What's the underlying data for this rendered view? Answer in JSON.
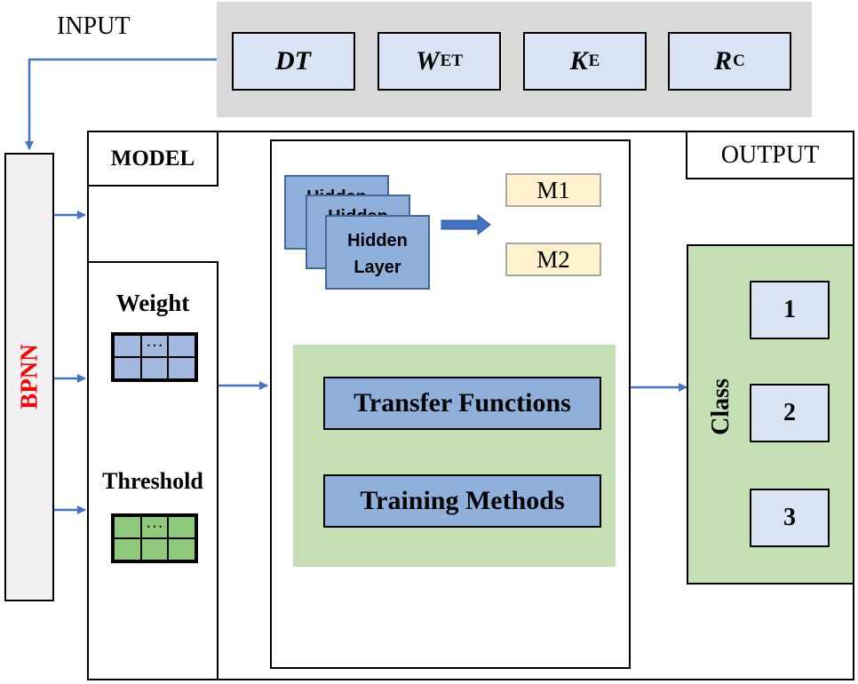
{
  "input": {
    "label": "INPUT",
    "params": [
      {
        "main": "DT",
        "sub": ""
      },
      {
        "main": "W",
        "sub": "ET"
      },
      {
        "main": "K",
        "sub": "E"
      },
      {
        "main": "R",
        "sub": "C"
      }
    ]
  },
  "bpnn": {
    "label": "BPNN",
    "color": "#ff0000"
  },
  "model": {
    "label": "MODEL",
    "weight_label": "Weight",
    "threshold_label": "Threshold",
    "grid_ellipsis": "…",
    "hidden_layer": {
      "line1": "Hidden",
      "line2": "Layer"
    },
    "outputs": [
      "M1",
      "M2"
    ],
    "methods": [
      "Transfer Functions",
      "Training Methods"
    ]
  },
  "output": {
    "label": "OUTPUT",
    "class_label": "Class",
    "classes": [
      "1",
      "2",
      "3"
    ]
  },
  "colors": {
    "input_panel": "#d9d9d9",
    "param_box": "#dae3f3",
    "hidden_layer": "#8fb0db",
    "method_panel": "#c5e0b4",
    "m_box": "#fff2cc",
    "arrow": "#4472c4"
  }
}
